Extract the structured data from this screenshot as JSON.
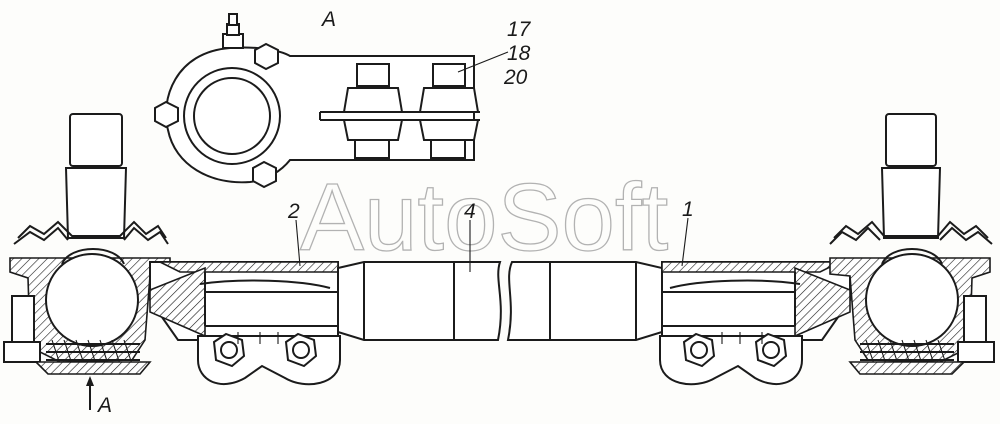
{
  "view_label": "А",
  "view_arrow_label": "А",
  "callouts": {
    "part_17": "17",
    "part_18": "18",
    "part_20": "20",
    "part_1": "1",
    "part_2": "2",
    "part_4": "4"
  },
  "watermark": "AutoSoft"
}
